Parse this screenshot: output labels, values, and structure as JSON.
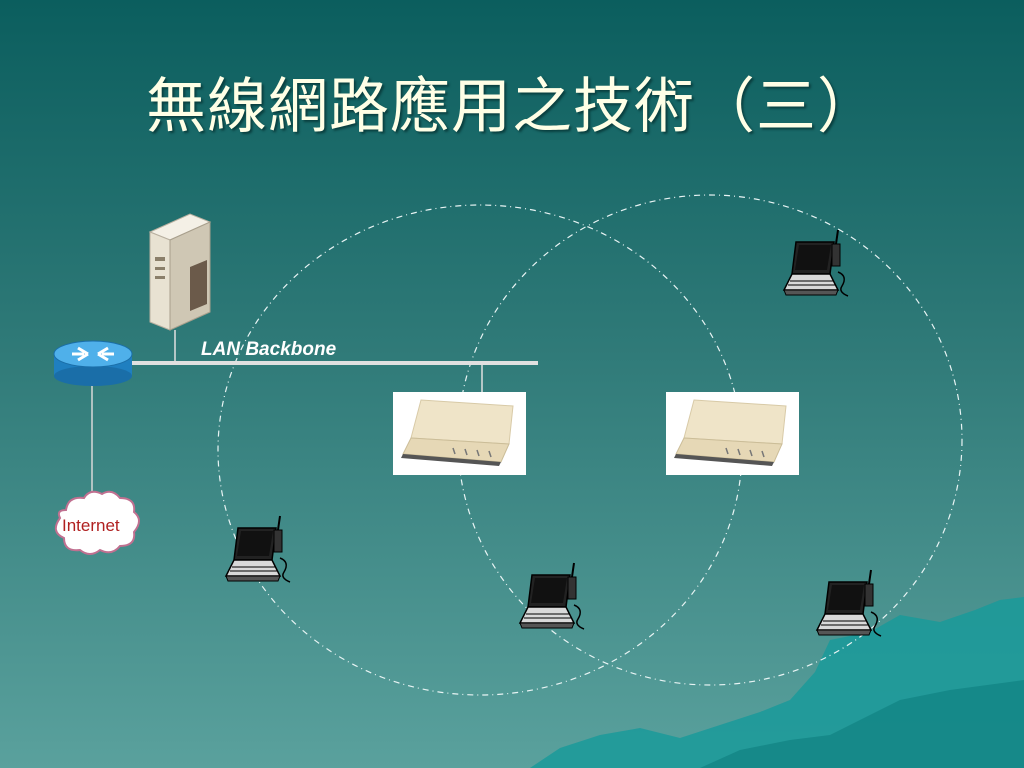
{
  "slide": {
    "title": "無線網路應用之技術（三）"
  },
  "diagram": {
    "backbone_label": "LAN Backbone",
    "internet_label": "Internet",
    "icons": [
      "server-icon",
      "router-icon",
      "access-point-icon",
      "laptop-icon",
      "cloud-icon"
    ]
  },
  "colors": {
    "background_top": "#0b5e5e",
    "background_bottom": "#5aa19d",
    "title": "#ffffe6",
    "internet_text": "#b02020",
    "mountain": "#1a9a9a"
  }
}
